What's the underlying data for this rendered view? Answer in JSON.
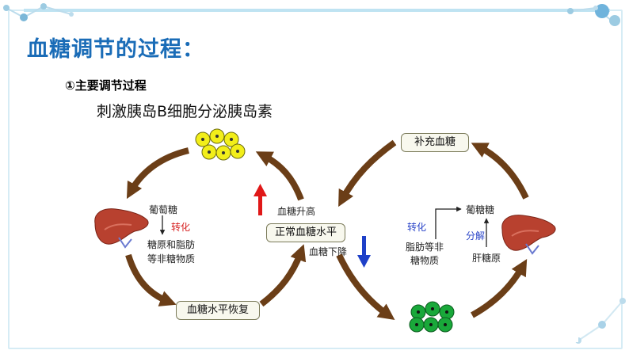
{
  "slide": {
    "title": "血糖调节的过程：",
    "subtitle": "①主要调节过程"
  },
  "diagram": {
    "heading": "刺激胰岛B细胞分泌胰岛素",
    "center_box": "正常血糖水平",
    "recover_box": "血糖水平恢复",
    "supplement_box": "补充血糖",
    "rise_label": "血糖升高",
    "fall_label": "血糖下降",
    "left_liver": {
      "top_text": "葡萄糖",
      "convert_text": "转化",
      "bottom_line1": "糖原和脂肪",
      "bottom_line2": "等非糖物质"
    },
    "right_liver": {
      "glucose_text": "葡糖糖",
      "convert_text": "转化",
      "decompose_text": "分解",
      "fat_line1": "脂肪等非",
      "fat_line2": "糖物质",
      "glycogen_text": "肝糖原"
    },
    "colors": {
      "arrow_brown": "#6b3e17",
      "yellow_cell": "#f2ee1a",
      "green_cell": "#19a83a",
      "liver": "#b8412f",
      "up_arrow": "#e01818",
      "down_arrow": "#1e40c8",
      "title": "#1a6cb7"
    },
    "icons": [
      "yellow-beta-cells-icon",
      "green-alpha-cells-icon",
      "liver-icon"
    ]
  }
}
